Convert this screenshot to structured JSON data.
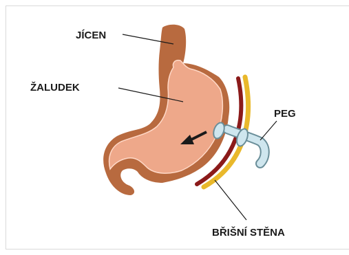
{
  "labels": {
    "esophagus": "JÍCEN",
    "stomach": "ŽALUDEK",
    "peg": "PEG",
    "abdominal_wall": "BŘIŠNÍ STĚNA"
  },
  "colors": {
    "stomach_outer": "#b86a3f",
    "stomach_inner": "#eea88a",
    "stomach_highlight": "#ffd9c8",
    "wall_red": "#8b1a1a",
    "wall_yellow": "#e9b82b",
    "peg_tube": "#cfe6ee",
    "leader_line": "#1a1a1a"
  }
}
